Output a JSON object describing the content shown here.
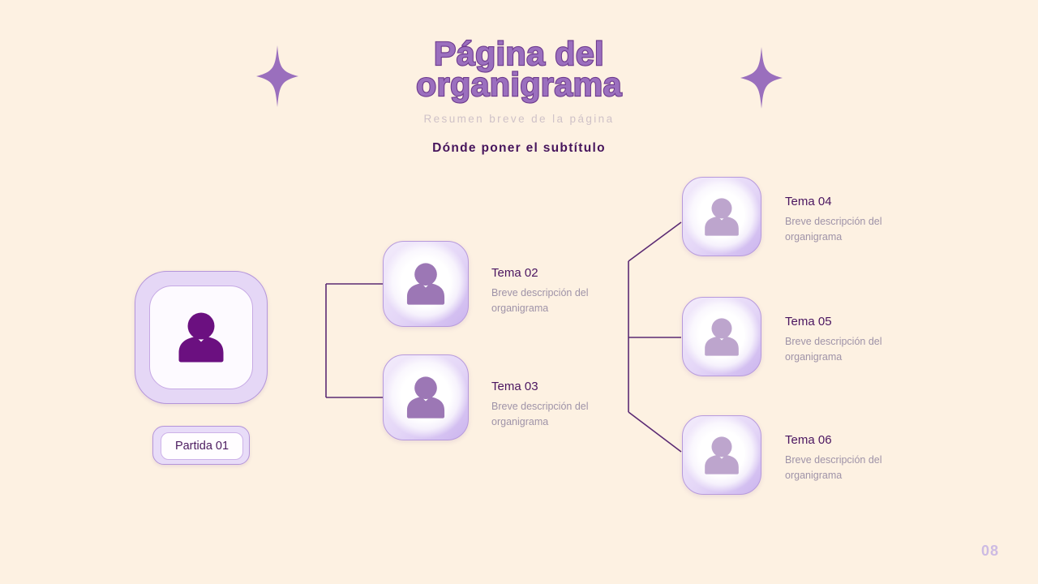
{
  "slide": {
    "page_number": "08",
    "background_color": "#fdf1e2",
    "accent_color": "#9b6fbe",
    "outline_color": "#6d3a8e",
    "line_color": "#5b2a73"
  },
  "header": {
    "title_line1": "Página del",
    "title_line2": "organigrama",
    "tagline": "Resumen breve de la página",
    "subtitle": "Dónde poner el subtítulo"
  },
  "root": {
    "icon": "person-icon",
    "badge_label": "Partida 01"
  },
  "nodes": [
    {
      "id": "tema-02",
      "title": "Tema 02",
      "desc": "Breve descripción del organigrama",
      "icon": "person-icon"
    },
    {
      "id": "tema-03",
      "title": "Tema 03",
      "desc": "Breve descripción del organigrama",
      "icon": "person-icon"
    },
    {
      "id": "tema-04",
      "title": "Tema 04",
      "desc": "Breve descripción del organigrama",
      "icon": "person-icon"
    },
    {
      "id": "tema-05",
      "title": "Tema 05",
      "desc": "Breve descripción del organigrama",
      "icon": "person-icon"
    },
    {
      "id": "tema-06",
      "title": "Tema 06",
      "desc": "Breve descripción del organigrama",
      "icon": "person-icon"
    }
  ],
  "decorations": [
    {
      "name": "sparkle-left",
      "icon": "sparkle-icon"
    },
    {
      "name": "sparkle-right",
      "icon": "sparkle-icon"
    }
  ]
}
